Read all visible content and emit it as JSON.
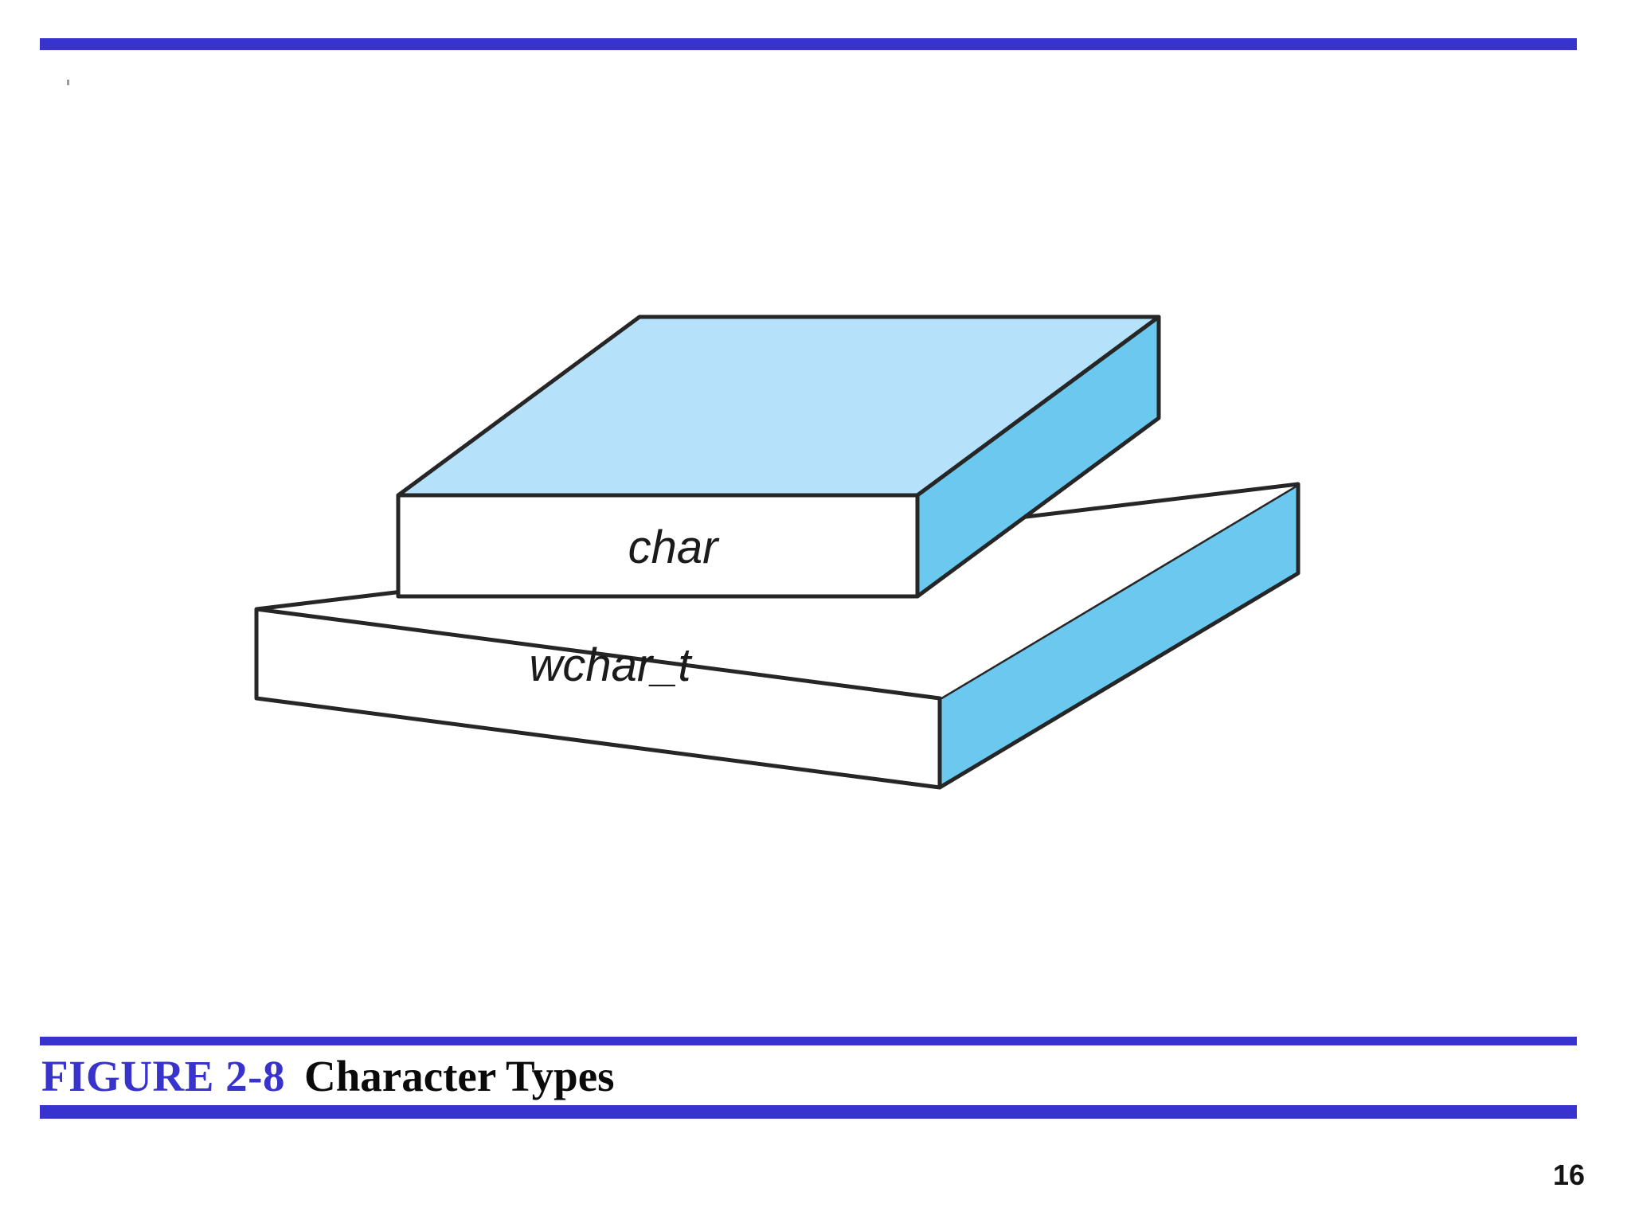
{
  "slide": {
    "page_number": "16",
    "accent_color": "#3733cc"
  },
  "caption": {
    "figure_label": "FIGURE 2-8",
    "title": "Character Types",
    "label_color": "#3733cc",
    "title_color": "#0a0a0a"
  },
  "figure": {
    "name": "character-types-3d-stack",
    "description": "Two stacked 3D slabs representing C++ character types",
    "colors": {
      "top_face": "#b5e2fa",
      "side_face": "#6bc9f0",
      "front_face": "#ffffff",
      "outline": "#262626"
    },
    "blocks": [
      {
        "id": "char",
        "label": "char",
        "layer": "upper",
        "top_face_color": "#b5e2fa",
        "side_face_color": "#6bc9f0",
        "front_face_color": "#ffffff"
      },
      {
        "id": "wchar_t",
        "label": "wchar_t",
        "layer": "lower",
        "top_face_color": "#ffffff",
        "side_face_color": "#6bc9f0",
        "front_face_color": "#ffffff"
      }
    ]
  },
  "rules": {
    "top": "top-horizontal-rule",
    "caption_top": "caption-top-rule",
    "caption_bottom": "caption-bottom-rule"
  }
}
